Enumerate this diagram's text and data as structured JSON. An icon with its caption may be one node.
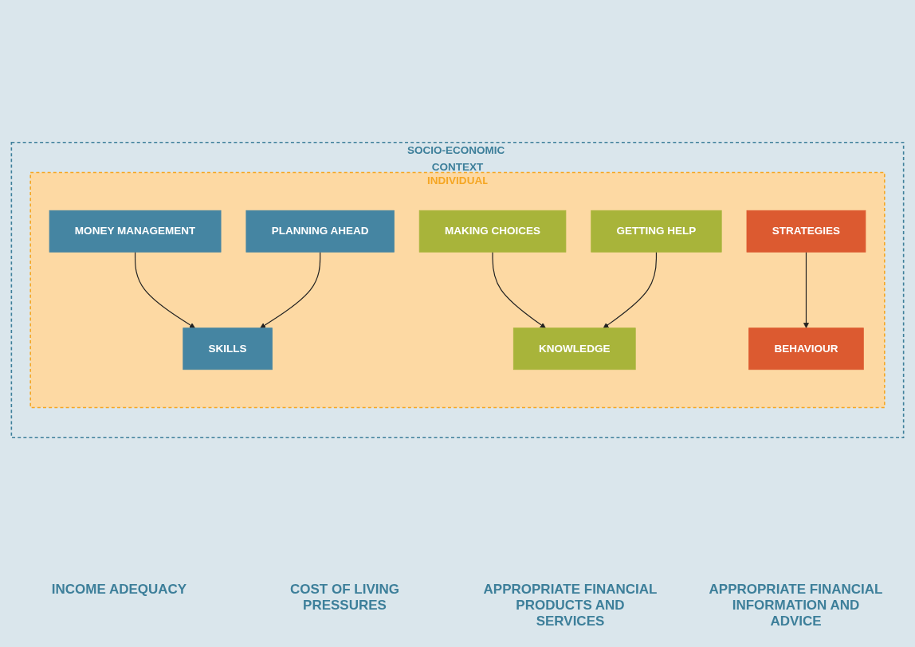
{
  "diagram": {
    "nodes": [
      {
        "text": [
          "SOCIO-ECONOMIC CONTEXT"
        ]
      },
      {
        "text": [
          "INDIVIDUAL"
        ],
        "in": 0
      },
      {
        "text": [
          "MONEY MANAGEMENT"
        ],
        "in": 1
      },
      {
        "text": [
          "PLANNING AHEAD"
        ],
        "in": 1
      },
      {
        "text": [
          "MAKING CHOICES"
        ],
        "in": 1
      },
      {
        "text": [
          "GETTING HELP"
        ],
        "in": 1
      },
      {
        "text": [
          "STRATEGIES"
        ],
        "in": 1
      },
      {
        "text": [
          "SKILLS"
        ],
        "in": 1
      },
      {
        "text": [
          "KNOWLEDGE"
        ],
        "in": 1
      },
      {
        "text": [
          "BEHAVIOUR"
        ],
        "in": 1
      }
    ],
    "edges": [
      {
        "from": 2,
        "to": 7,
        "arrow": "to"
      },
      {
        "from": 3,
        "to": 7,
        "arrow": "to"
      },
      {
        "from": 4,
        "to": 8,
        "arrow": "to"
      },
      {
        "from": 5,
        "to": 8,
        "arrow": "to"
      },
      {
        "from": 6,
        "to": 9,
        "arrow": "to"
      }
    ],
    "labels": [
      "INCOME ADEQUACY",
      "COST OF LIVING PRESSURES",
      "APPROPRIATE FINANCIAL PRODUCTS AND SERVICES",
      "APPROPRIATE FINANCIAL INFORMATION AND ADVICE"
    ]
  }
}
